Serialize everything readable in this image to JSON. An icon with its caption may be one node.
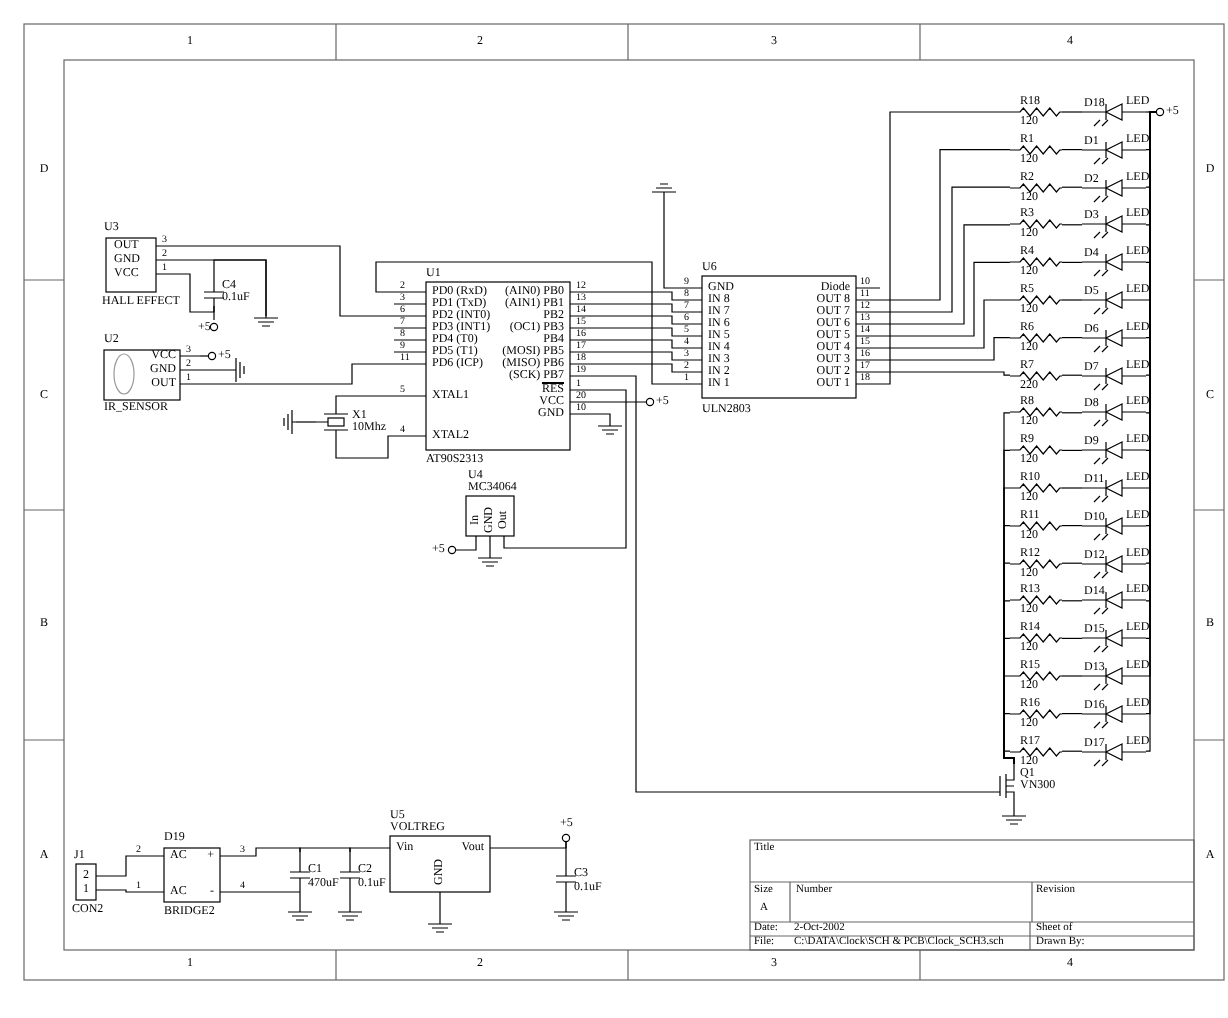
{
  "diagram": {
    "nodes": [
      {
        "text": [
          "U3",
          "OUT",
          "GND",
          "VCC",
          "HALL EFFECT"
        ]
      },
      {
        "text": [
          "C4",
          "0.1uF"
        ]
      },
      {
        "text": [
          "+5"
        ]
      },
      {
        "text": [],
        "shape": "ground"
      },
      {
        "text": [
          "U2",
          "VCC",
          "GND",
          "OUT",
          "IR_SENSOR"
        ]
      },
      {
        "text": [
          "+5"
        ]
      },
      {
        "text": [],
        "shape": "ground"
      },
      {
        "text": [
          "X1",
          "10Mhz"
        ]
      },
      {
        "text": [],
        "shape": "ground"
      },
      {
        "text": [
          "U1",
          "PD0 (RxD)",
          "PD1 (TxD)",
          "PD2 (INT0)",
          "PD3 (INT1)",
          "PD4 (T0)",
          "PD5 (T1)",
          "PD6 (ICP)",
          "XTAL1",
          "XTAL2",
          "(AIN0) PB0",
          "(AIN1) PB1",
          "PB2",
          "(OC1) PB3",
          "PB4",
          "(MOSI) PB5",
          "(MISO) PB6",
          "(SCK) PB7",
          "RES",
          "VCC",
          "GND",
          "AT90S2313"
        ]
      },
      {
        "text": [
          "+5"
        ]
      },
      {
        "text": [],
        "shape": "ground"
      },
      {
        "text": [
          "U4",
          "MC34064",
          "In",
          "GND",
          "Out"
        ]
      },
      {
        "text": [
          "+5"
        ]
      },
      {
        "text": [],
        "shape": "ground"
      },
      {
        "text": [],
        "shape": "ground"
      },
      {
        "text": [
          "U6",
          "GND",
          "IN 8",
          "IN 7",
          "IN 6",
          "IN 5",
          "IN 4",
          "IN 3",
          "IN 2",
          "IN 1",
          "Diode",
          "OUT 8",
          "OUT 7",
          "OUT 6",
          "OUT 5",
          "OUT 4",
          "OUT 3",
          "OUT 2",
          "OUT 1",
          "ULN2803"
        ]
      },
      {
        "text": [
          "R18",
          "120"
        ]
      },
      {
        "text": [
          "R1",
          "120"
        ]
      },
      {
        "text": [
          "R2",
          "120"
        ]
      },
      {
        "text": [
          "R3",
          "120"
        ]
      },
      {
        "text": [
          "R4",
          "120"
        ]
      },
      {
        "text": [
          "R5",
          "120"
        ]
      },
      {
        "text": [
          "R6",
          "120"
        ]
      },
      {
        "text": [
          "R7",
          "220"
        ]
      },
      {
        "text": [
          "R8",
          "120"
        ]
      },
      {
        "text": [
          "R9",
          "120"
        ]
      },
      {
        "text": [
          "R10",
          "120"
        ]
      },
      {
        "text": [
          "R11",
          "120"
        ]
      },
      {
        "text": [
          "R12",
          "120"
        ]
      },
      {
        "text": [
          "R13",
          "120"
        ]
      },
      {
        "text": [
          "R14",
          "120"
        ]
      },
      {
        "text": [
          "R15",
          "120"
        ]
      },
      {
        "text": [
          "R16",
          "120"
        ]
      },
      {
        "text": [
          "R17",
          "120"
        ]
      },
      {
        "text": [
          "D18",
          "LED"
        ]
      },
      {
        "text": [
          "D1",
          "LED"
        ]
      },
      {
        "text": [
          "D2",
          "LED"
        ]
      },
      {
        "text": [
          "D3",
          "LED"
        ]
      },
      {
        "text": [
          "D4",
          "LED"
        ]
      },
      {
        "text": [
          "D5",
          "LED"
        ]
      },
      {
        "text": [
          "D6",
          "LED"
        ]
      },
      {
        "text": [
          "D7",
          "LED"
        ]
      },
      {
        "text": [
          "D8",
          "LED"
        ]
      },
      {
        "text": [
          "D9",
          "LED"
        ]
      },
      {
        "text": [
          "D11",
          "LED"
        ]
      },
      {
        "text": [
          "D10",
          "LED"
        ]
      },
      {
        "text": [
          "D12",
          "LED"
        ]
      },
      {
        "text": [
          "D14",
          "LED"
        ]
      },
      {
        "text": [
          "D15",
          "LED"
        ]
      },
      {
        "text": [
          "D13",
          "LED"
        ]
      },
      {
        "text": [
          "D16",
          "LED"
        ]
      },
      {
        "text": [
          "D17",
          "LED"
        ]
      },
      {
        "text": [
          "+5"
        ]
      },
      {
        "text": [
          "Q1",
          "VN300"
        ]
      },
      {
        "text": [],
        "shape": "ground"
      },
      {
        "text": [
          "J1",
          "2",
          "1",
          "CON2"
        ]
      },
      {
        "text": [
          "D19",
          "AC",
          "+",
          "AC",
          "-",
          "BRIDGE2"
        ]
      },
      {
        "text": [
          "C1",
          "470uF"
        ]
      },
      {
        "text": [],
        "shape": "ground"
      },
      {
        "text": [
          "C2",
          "0.1uF"
        ]
      },
      {
        "text": [],
        "shape": "ground"
      },
      {
        "text": [
          "U5",
          "VOLTREG",
          "Vin",
          "Vout",
          "GND"
        ]
      },
      {
        "text": [],
        "shape": "ground"
      },
      {
        "text": [
          "+5"
        ]
      },
      {
        "text": [
          "C3",
          "0.1uF"
        ]
      },
      {
        "text": [],
        "shape": "ground"
      }
    ],
    "edges": [
      {
        "from": 0,
        "to": 9,
        "arrow": "none"
      },
      {
        "from": 0,
        "to": 3,
        "arrow": "none"
      },
      {
        "from": 1,
        "to": 3,
        "arrow": "none"
      },
      {
        "from": 0,
        "to": 1,
        "arrow": "none"
      },
      {
        "from": 1,
        "to": 2,
        "arrow": "none"
      },
      {
        "from": 4,
        "to": 5,
        "arrow": "none"
      },
      {
        "from": 4,
        "to": 6,
        "arrow": "none"
      },
      {
        "from": 4,
        "to": 9,
        "arrow": "none"
      },
      {
        "from": 9,
        "to": 7,
        "arrow": "none"
      },
      {
        "from": 9,
        "to": 7,
        "arrow": "none"
      },
      {
        "from": 7,
        "to": 8,
        "arrow": "none"
      },
      {
        "from": 9,
        "to": 16,
        "arrow": "none"
      },
      {
        "from": 9,
        "to": 16,
        "arrow": "none"
      },
      {
        "from": 9,
        "to": 16,
        "arrow": "none"
      },
      {
        "from": 9,
        "to": 16,
        "arrow": "none"
      },
      {
        "from": 9,
        "to": 16,
        "arrow": "none"
      },
      {
        "from": 9,
        "to": 16,
        "arrow": "none"
      },
      {
        "from": 9,
        "to": 16,
        "arrow": "none"
      },
      {
        "from": 9,
        "to": 16,
        "arrow": "none"
      },
      {
        "from": 9,
        "to": 54,
        "arrow": "none"
      },
      {
        "from": 9,
        "to": 12,
        "arrow": "none"
      },
      {
        "from": 9,
        "to": 10,
        "arrow": "none"
      },
      {
        "from": 9,
        "to": 11,
        "arrow": "none"
      },
      {
        "from": 12,
        "to": 13,
        "arrow": "none"
      },
      {
        "from": 12,
        "to": 14,
        "arrow": "none"
      },
      {
        "from": 15,
        "to": 16,
        "arrow": "none"
      },
      {
        "from": 16,
        "to": 17,
        "arrow": "none"
      },
      {
        "from": 16,
        "to": 18,
        "arrow": "none"
      },
      {
        "from": 16,
        "to": 19,
        "arrow": "none"
      },
      {
        "from": 16,
        "to": 20,
        "arrow": "none"
      },
      {
        "from": 16,
        "to": 21,
        "arrow": "none"
      },
      {
        "from": 16,
        "to": 22,
        "arrow": "none"
      },
      {
        "from": 16,
        "to": 23,
        "arrow": "none"
      },
      {
        "from": 16,
        "to": 24,
        "arrow": "none"
      },
      {
        "from": 17,
        "to": 35,
        "arrow": "none"
      },
      {
        "from": 18,
        "to": 36,
        "arrow": "none"
      },
      {
        "from": 19,
        "to": 37,
        "arrow": "none"
      },
      {
        "from": 20,
        "to": 38,
        "arrow": "none"
      },
      {
        "from": 21,
        "to": 39,
        "arrow": "none"
      },
      {
        "from": 22,
        "to": 40,
        "arrow": "none"
      },
      {
        "from": 23,
        "to": 41,
        "arrow": "none"
      },
      {
        "from": 24,
        "to": 42,
        "arrow": "none"
      },
      {
        "from": 25,
        "to": 43,
        "arrow": "none"
      },
      {
        "from": 26,
        "to": 44,
        "arrow": "none"
      },
      {
        "from": 27,
        "to": 45,
        "arrow": "none"
      },
      {
        "from": 28,
        "to": 46,
        "arrow": "none"
      },
      {
        "from": 29,
        "to": 47,
        "arrow": "none"
      },
      {
        "from": 30,
        "to": 48,
        "arrow": "none"
      },
      {
        "from": 31,
        "to": 49,
        "arrow": "none"
      },
      {
        "from": 32,
        "to": 50,
        "arrow": "none"
      },
      {
        "from": 33,
        "to": 51,
        "arrow": "none"
      },
      {
        "from": 34,
        "to": 52,
        "arrow": "none"
      },
      {
        "from": 35,
        "to": 53,
        "arrow": "none"
      },
      {
        "from": 36,
        "to": 53,
        "arrow": "none"
      },
      {
        "from": 37,
        "to": 53,
        "arrow": "none"
      },
      {
        "from": 38,
        "to": 53,
        "arrow": "none"
      },
      {
        "from": 39,
        "to": 53,
        "arrow": "none"
      },
      {
        "from": 40,
        "to": 53,
        "arrow": "none"
      },
      {
        "from": 41,
        "to": 53,
        "arrow": "none"
      },
      {
        "from": 42,
        "to": 53,
        "arrow": "none"
      },
      {
        "from": 43,
        "to": 53,
        "arrow": "none"
      },
      {
        "from": 44,
        "to": 53,
        "arrow": "none"
      },
      {
        "from": 45,
        "to": 53,
        "arrow": "none"
      },
      {
        "from": 46,
        "to": 53,
        "arrow": "none"
      },
      {
        "from": 47,
        "to": 53,
        "arrow": "none"
      },
      {
        "from": 48,
        "to": 53,
        "arrow": "none"
      },
      {
        "from": 49,
        "to": 53,
        "arrow": "none"
      },
      {
        "from": 50,
        "to": 53,
        "arrow": "none"
      },
      {
        "from": 51,
        "to": 53,
        "arrow": "none"
      },
      {
        "from": 52,
        "to": 53,
        "arrow": "none"
      },
      {
        "from": 25,
        "to": 54,
        "arrow": "none"
      },
      {
        "from": 26,
        "to": 54,
        "arrow": "none"
      },
      {
        "from": 27,
        "to": 54,
        "arrow": "none"
      },
      {
        "from": 28,
        "to": 54,
        "arrow": "none"
      },
      {
        "from": 29,
        "to": 54,
        "arrow": "none"
      },
      {
        "from": 30,
        "to": 54,
        "arrow": "none"
      },
      {
        "from": 31,
        "to": 54,
        "arrow": "none"
      },
      {
        "from": 32,
        "to": 54,
        "arrow": "none"
      },
      {
        "from": 33,
        "to": 54,
        "arrow": "none"
      },
      {
        "from": 34,
        "to": 54,
        "arrow": "none"
      },
      {
        "from": 54,
        "to": 55,
        "arrow": "none"
      },
      {
        "from": 56,
        "to": 57,
        "arrow": "none"
      },
      {
        "from": 56,
        "to": 57,
        "arrow": "none"
      },
      {
        "from": 57,
        "to": 58,
        "arrow": "none"
      },
      {
        "from": 57,
        "to": 58,
        "arrow": "none"
      },
      {
        "from": 58,
        "to": 59,
        "arrow": "none"
      },
      {
        "from": 58,
        "to": 60,
        "arrow": "none"
      },
      {
        "from": 60,
        "to": 61,
        "arrow": "none"
      },
      {
        "from": 60,
        "to": 62,
        "arrow": "none"
      },
      {
        "from": 62,
        "to": 63,
        "arrow": "none"
      },
      {
        "from": 62,
        "to": 64,
        "arrow": "none"
      },
      {
        "from": 64,
        "to": 65,
        "arrow": "none"
      },
      {
        "from": 65,
        "to": 66,
        "arrow": "none"
      }
    ],
    "labels": [
      "1",
      "2",
      "3",
      "4",
      "D",
      "D",
      "C",
      "C",
      "B",
      "B",
      "A",
      "A",
      "3",
      "2",
      "1",
      "3",
      "2",
      "1",
      "2",
      "3",
      "6",
      "7",
      "8",
      "9",
      "11",
      "5",
      "4",
      "12",
      "13",
      "14",
      "15",
      "16",
      "17",
      "18",
      "19",
      "1",
      "20",
      "10",
      "9",
      "8",
      "7",
      "6",
      "5",
      "4",
      "3",
      "2",
      "1",
      "10",
      "11",
      "12",
      "13",
      "14",
      "15",
      "16",
      "17",
      "18",
      "2",
      "1",
      "3",
      "4",
      "Title",
      "Size",
      "Number",
      "Revision",
      "A",
      "Date:",
      "2-Oct-2002",
      "Sheet of",
      "File:",
      "C:\\DATA\\Clock\\SCH & PCB\\Clock_SCH3.sch",
      "Drawn By:",
      "1",
      "2",
      "3",
      "4"
    ]
  }
}
